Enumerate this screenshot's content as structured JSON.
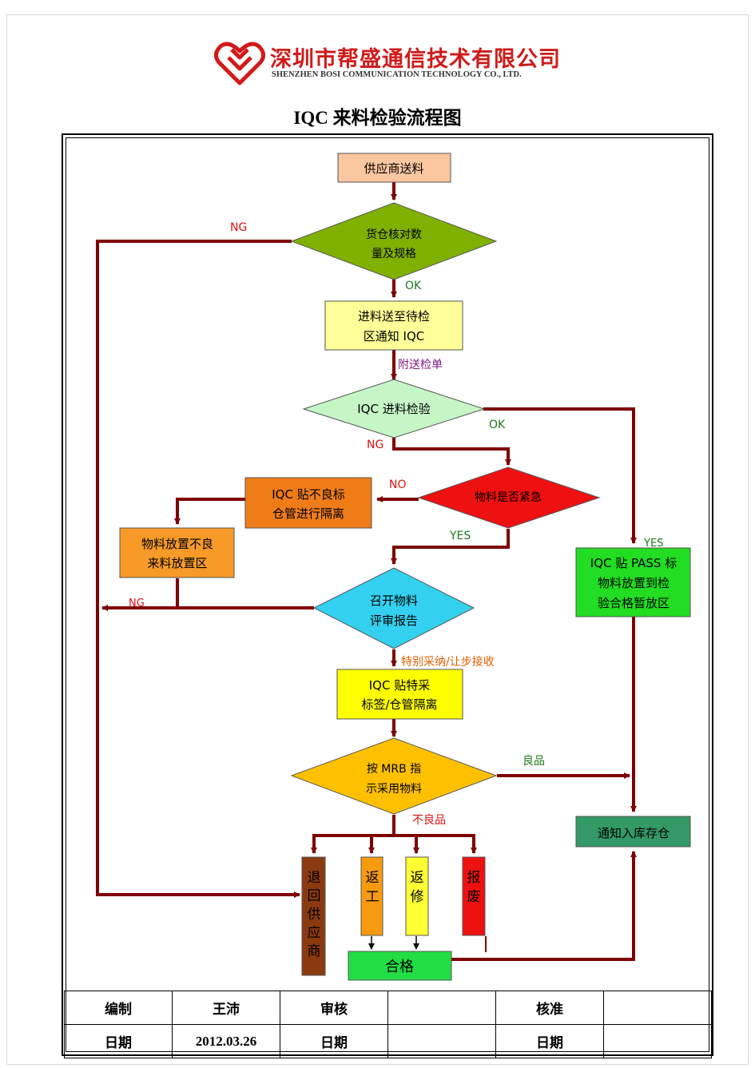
{
  "header": {
    "company_cn": "深圳市帮盛通信技术有限公司",
    "company_en": "SHENZHEN BOSI COMMUNICATION TECHNOLOGY CO., LTD.",
    "logo": "bosi-heart-logo",
    "logo_color": "#d11a1a"
  },
  "title": "IQC 来料检验流程图",
  "nodes": {
    "supplier": "供应商送料",
    "warehouse_check": [
      "货仓核对数",
      "量及规格"
    ],
    "to_pending": [
      "进料送至待检",
      "区通知 IQC"
    ],
    "iqc_inspect": "IQC 进料检验",
    "urgent": "物料是否紧急",
    "bad_label": [
      "IQC 贴不良标",
      "仓管进行隔离"
    ],
    "bad_area": [
      "物料放置不良",
      "来料放置区"
    ],
    "review": [
      "召开物料",
      "评审报告"
    ],
    "special_label": [
      "IQC 贴特采",
      "标签/仓管隔离"
    ],
    "mrb": [
      "按 MRB 指",
      "示采用物料"
    ],
    "pass_label": [
      "IQC 贴 PASS 标",
      "物料放置到检",
      "验合格暂放区"
    ],
    "stock": "通知入库存仓",
    "return": [
      "退",
      "回",
      "供",
      "应",
      "商"
    ],
    "rework": [
      "返",
      "工"
    ],
    "repair": [
      "返",
      "修"
    ],
    "scrap": [
      "报",
      "废"
    ],
    "qualified": "合格"
  },
  "edge_labels": {
    "ng1": "NG",
    "ok1": "OK",
    "attach": "附送检单",
    "ok2": "OK",
    "ng2": "NG",
    "no": "NO",
    "yes1": "YES",
    "yes2": "YES",
    "ng3": "NG",
    "special": "特别采纳/让步接收",
    "good": "良品",
    "bad": "不良品"
  },
  "colors": {
    "arrow": "#7f0000",
    "supplier": "#fbc7a0",
    "warehouse_check": "#80b000",
    "to_pending": "#ffff99",
    "iqc_inspect": "#c6f6c6",
    "urgent": "#ee1111",
    "bad_label": "#f07c18",
    "bad_area": "#f79a28",
    "review": "#33d0f0",
    "special_label": "#ffff00",
    "mrb": "#ffc000",
    "pass_label": "#22dd22",
    "stock": "#339966",
    "return": "#8b3a10",
    "rework": "#f79a10",
    "repair": "#ffff33",
    "scrap": "#ee1111",
    "qualified": "#22dd44"
  },
  "signoff": {
    "rows": [
      [
        "编制",
        "王沛",
        "审核",
        "",
        "核准",
        ""
      ],
      [
        "日期",
        "2012.03.26",
        "日期",
        "",
        "日期",
        ""
      ]
    ]
  }
}
